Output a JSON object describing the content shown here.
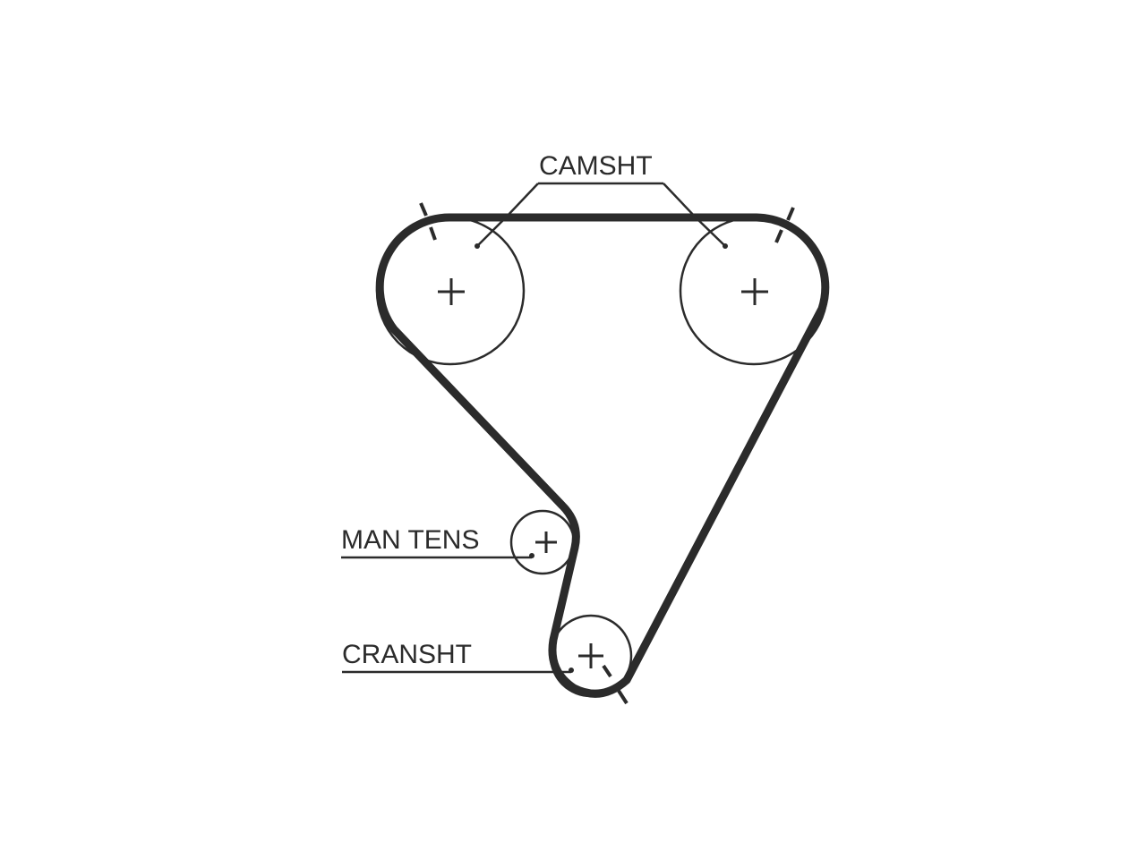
{
  "labels": {
    "camshaft": "CAMSHT",
    "tensioner": "MAN TENS",
    "crankshaft": "CRANSHT"
  },
  "colors": {
    "line": "#2b2b2b",
    "background": "#ffffff"
  }
}
